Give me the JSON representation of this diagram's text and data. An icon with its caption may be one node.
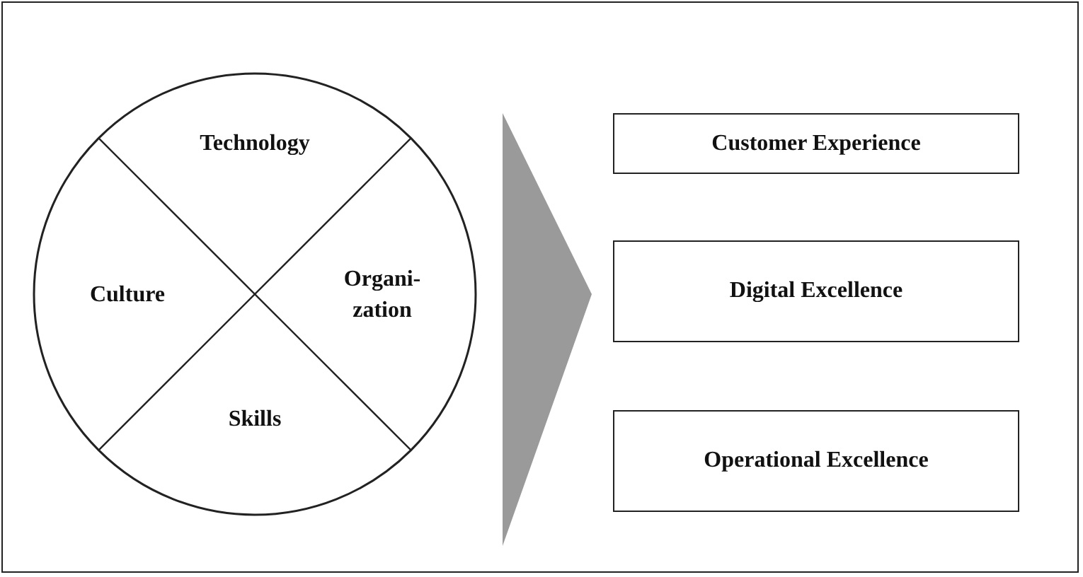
{
  "diagram": {
    "nodes": [
      {
        "text": [],
        "shape": "circle"
      },
      {
        "text": [
          "Technology"
        ],
        "in": 0
      },
      {
        "text": [
          "Culture"
        ],
        "in": 0
      },
      {
        "text": [
          "Organi-zation"
        ],
        "in": 0
      },
      {
        "text": [
          "Skills"
        ],
        "in": 0
      },
      {
        "text": [
          "Customer Experience"
        ]
      },
      {
        "text": [
          "Digital Excellence"
        ]
      },
      {
        "text": [
          "Operational Excellence"
        ]
      }
    ]
  }
}
